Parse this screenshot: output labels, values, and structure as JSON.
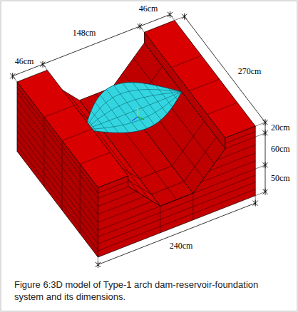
{
  "diagram": {
    "caption": "Figure 6:3D model of Type-1 arch dam-reservoir-foundation system and its dimensions.",
    "labels": [
      "46cm",
      "148cm",
      "46cm",
      "270cm",
      "20cm",
      "60cm",
      "50cm",
      "240cm"
    ]
  }
}
